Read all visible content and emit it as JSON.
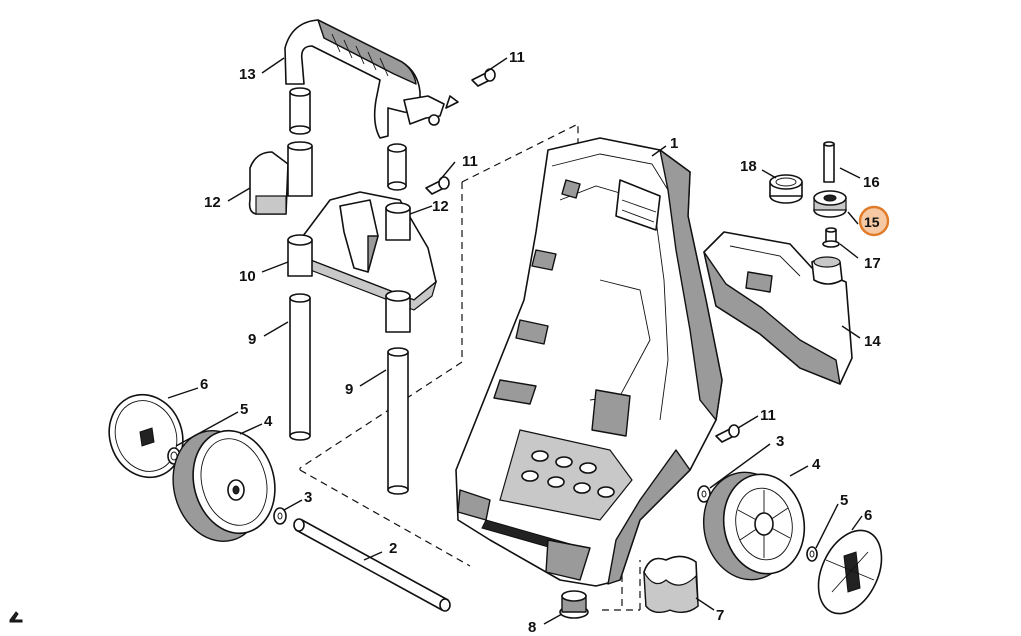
{
  "diagram": {
    "callouts": [
      {
        "id": "c13",
        "label": "13"
      },
      {
        "id": "c11a",
        "label": "11"
      },
      {
        "id": "c11b",
        "label": "11"
      },
      {
        "id": "c11c",
        "label": "11"
      },
      {
        "id": "c12a",
        "label": "12"
      },
      {
        "id": "c12b",
        "label": "12"
      },
      {
        "id": "c10",
        "label": "10"
      },
      {
        "id": "c9a",
        "label": "9"
      },
      {
        "id": "c9b",
        "label": "9"
      },
      {
        "id": "c6a",
        "label": "6"
      },
      {
        "id": "c5a",
        "label": "5"
      },
      {
        "id": "c4a",
        "label": "4"
      },
      {
        "id": "c3a",
        "label": "3"
      },
      {
        "id": "c2",
        "label": "2"
      },
      {
        "id": "c8",
        "label": "8"
      },
      {
        "id": "c1",
        "label": "1"
      },
      {
        "id": "c18",
        "label": "18"
      },
      {
        "id": "c16",
        "label": "16"
      },
      {
        "id": "c15",
        "label": "15"
      },
      {
        "id": "c17",
        "label": "17"
      },
      {
        "id": "c14",
        "label": "14"
      },
      {
        "id": "c3b",
        "label": "3"
      },
      {
        "id": "c4b",
        "label": "4"
      },
      {
        "id": "c5b",
        "label": "5"
      },
      {
        "id": "c6b",
        "label": "6"
      },
      {
        "id": "c7",
        "label": "7"
      }
    ],
    "highlight_color": "#e07b2a"
  }
}
